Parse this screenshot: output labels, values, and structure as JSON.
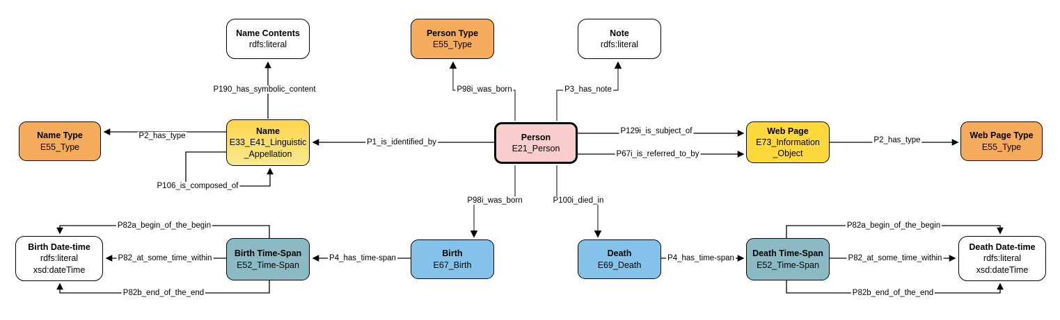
{
  "diagram": {
    "description": "CIDOC-CRM person ontology diagram",
    "colors": {
      "type_orange": "#F5AB5C",
      "person_pink": "#F8CECC",
      "infoobject_yellow": "#FFD83C",
      "name_yellow_gradient_top": "#FCD54B",
      "name_yellow_gradient_bottom": "#F9E88F",
      "event_blue": "#85C2EA",
      "timespan_teal": "#8BB9C4",
      "literal_white": "#FFFFFF",
      "line_black": "#000000",
      "line_gray": "#4D4D4D"
    }
  },
  "nodes": [
    {
      "id": "name-contents",
      "title": "Name Contents",
      "sub1": "rdfs:literal"
    },
    {
      "id": "person-type",
      "title": "Person Type",
      "sub1": "E55_Type"
    },
    {
      "id": "note",
      "title": "Note",
      "sub1": "rdfs:literal"
    },
    {
      "id": "name-type",
      "title": "Name Type",
      "sub1": "E55_Type"
    },
    {
      "id": "name",
      "title": "Name",
      "sub1": "E33_E41_Linguistic",
      "sub2": "_Appellation"
    },
    {
      "id": "person",
      "title": "Person",
      "sub1": "E21_Person"
    },
    {
      "id": "web-page",
      "title": "Web Page",
      "sub1": "E73_Information",
      "sub2": "_Object"
    },
    {
      "id": "web-page-type",
      "title": "Web Page Type",
      "sub1": "E55_Type"
    },
    {
      "id": "birth-date-time",
      "title": "Birth Date-time",
      "sub1": "rdfs:literal",
      "sub2": "xsd:dateTime"
    },
    {
      "id": "birth-time-span",
      "title": "Birth Time-Span",
      "sub1": "E52_Time-Span"
    },
    {
      "id": "birth",
      "title": "Birth",
      "sub1": "E67_Birth"
    },
    {
      "id": "death",
      "title": "Death",
      "sub1": "E69_Death"
    },
    {
      "id": "death-time-span",
      "title": "Death Time-Span",
      "sub1": "E52_Time-Span"
    },
    {
      "id": "death-date-time",
      "title": "Death Date-time",
      "sub1": "rdfs:literal",
      "sub2": "xsd:dateTime"
    }
  ],
  "edges": [
    {
      "label": "P190_has_symbolic_content",
      "from": "name",
      "to": "name-contents"
    },
    {
      "label": "P98i_was_born",
      "from": "person",
      "to": "person-type"
    },
    {
      "label": "P3_has_note",
      "from": "person",
      "to": "note"
    },
    {
      "label": "P2_has_type",
      "from": "name",
      "to": "name-type"
    },
    {
      "label": "P1_is_identified_by",
      "from": "person",
      "to": "name"
    },
    {
      "label": "P106_is_composed_of",
      "from": "name",
      "to": "name"
    },
    {
      "label": "P129i_is_subject_of",
      "from": "person",
      "to": "web-page"
    },
    {
      "label": "P67i_is_referred_to_by",
      "from": "person",
      "to": "web-page"
    },
    {
      "label": "P2_has_type",
      "from": "web-page",
      "to": "web-page-type"
    },
    {
      "label": "P98i_was_born",
      "from": "person",
      "to": "birth"
    },
    {
      "label": "P100i_died_in",
      "from": "person",
      "to": "death"
    },
    {
      "label": "P4_has_time-span",
      "from": "birth",
      "to": "birth-time-span"
    },
    {
      "label": "P4_has_time-span",
      "from": "death",
      "to": "death-time-span"
    },
    {
      "label": "P82a_begin_of_the_begin",
      "from": "birth-time-span",
      "to": "birth-date-time"
    },
    {
      "label": "P82_at_some_time_within",
      "from": "birth-time-span",
      "to": "birth-date-time"
    },
    {
      "label": "P82b_end_of_the_end",
      "from": "birth-time-span",
      "to": "birth-date-time"
    },
    {
      "label": "P82a_begin_of_the_begin",
      "from": "death-time-span",
      "to": "death-date-time"
    },
    {
      "label": "P82_at_some_time_within",
      "from": "death-time-span",
      "to": "death-date-time"
    },
    {
      "label": "P82b_end_of_the_end",
      "from": "death-time-span",
      "to": "death-date-time"
    }
  ]
}
